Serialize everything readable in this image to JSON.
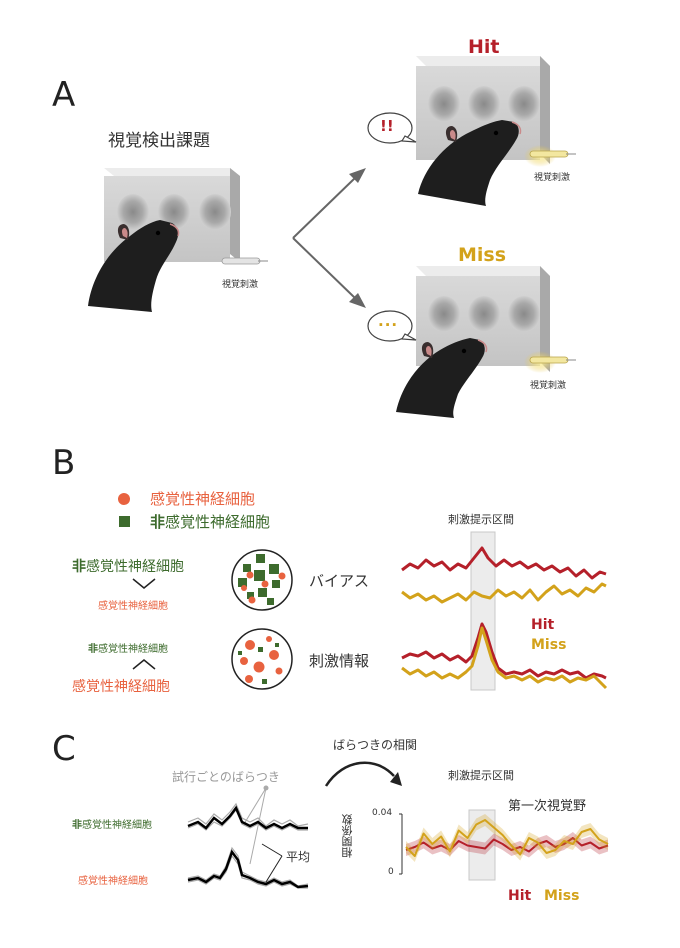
{
  "panels": {
    "a": "A",
    "b": "B",
    "c": "C"
  },
  "panel_a": {
    "task_title": "視覚検出課題",
    "stimulus_label": "視覚刺激",
    "hit_title": "Hit",
    "miss_title": "Miss",
    "hit_bubble": "!!",
    "miss_bubble": "..."
  },
  "panel_b": {
    "legend_sensory": "感覚性神経細胞",
    "legend_nonsensory_prefix": "非",
    "legend_nonsensory": "感覚性神経細胞",
    "row1_top_prefix": "非",
    "row1_top": "感覚性神経細胞",
    "row1_bottom": "感覚性神経細胞",
    "row1_label": "バイアス",
    "row2_top_prefix": "非",
    "row2_top": "感覚性神経細胞",
    "row2_bottom": "感覚性神経細胞",
    "row2_label": "刺激情報",
    "stim_window_label": "刺激提示区間",
    "hit_legend": "Hit",
    "miss_legend": "Miss"
  },
  "panel_c": {
    "arrow_label": "ばらつきの相関",
    "variability_label": "試行ごとのばらつき",
    "mean_label": "平均",
    "trace1_prefix": "非",
    "trace1_label": "感覚性神経細胞",
    "trace2_label": "感覚性神経細胞",
    "stim_window_label": "刺激提示区間",
    "region_label": "第一次視覚野",
    "ylabel": "相関係数",
    "ytick_top": "0.04",
    "ytick_bottom": "0",
    "hit_legend": "Hit",
    "miss_legend": "Miss"
  },
  "colors": {
    "hit": "#b5202a",
    "miss": "#d3a21b",
    "sensory": "#e8623f",
    "nonsensory": "#3d6b2d"
  },
  "chart_data": {
    "type": "line",
    "ylabel": "相関係数",
    "ylim": [
      0,
      0.04
    ],
    "series": [
      {
        "name": "Hit",
        "values": [
          0.016,
          0.018,
          0.021,
          0.017,
          0.019,
          0.016,
          0.022,
          0.019,
          0.018,
          0.017,
          0.023,
          0.02,
          0.016,
          0.018,
          0.015,
          0.02,
          0.022,
          0.018,
          0.02,
          0.024,
          0.019,
          0.021,
          0.017,
          0.019
        ]
      },
      {
        "name": "Miss",
        "values": [
          0.018,
          0.012,
          0.027,
          0.02,
          0.025,
          0.015,
          0.029,
          0.024,
          0.033,
          0.036,
          0.031,
          0.026,
          0.019,
          0.013,
          0.024,
          0.021,
          0.014,
          0.016,
          0.022,
          0.02,
          0.028,
          0.03,
          0.023,
          0.02
        ]
      }
    ]
  }
}
